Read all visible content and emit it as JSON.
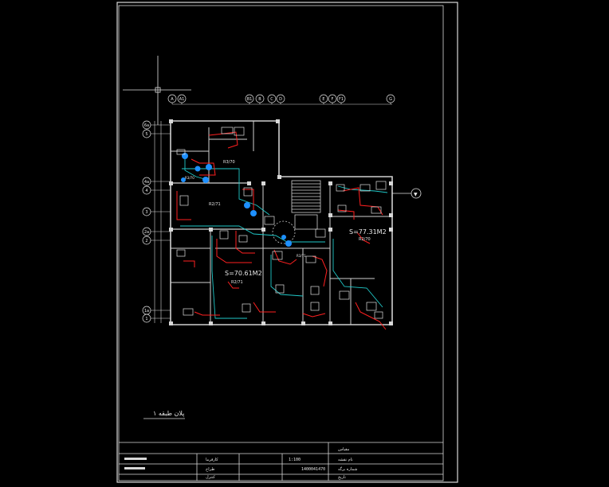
{
  "drawing": {
    "background": "#000000",
    "line_color": "#d8d8d8",
    "pipe_red": "#ff2020",
    "pipe_cyan": "#20c8c8",
    "fixture_blue": "#1e90ff",
    "area_left": "S=70.61M2",
    "area_right": "S=77.31M2",
    "plan_title": "پلان طبقه ۱",
    "north_marker": "▼"
  },
  "grid_top_labels": [
    "A",
    "A1",
    "B1",
    "B",
    "C",
    "D",
    "E",
    "F",
    "F1",
    "G"
  ],
  "grid_left_labels": [
    "6a",
    "5",
    "4a",
    "4",
    "3",
    "2a",
    "2",
    "1a",
    "1"
  ],
  "room_tags": [
    "R3/70",
    "R2/71",
    "R2/71",
    "R2/70",
    "R3/70",
    "R3/71"
  ],
  "title_block": {
    "drawing_name_label": "نام نقشه",
    "scale_label": "مقیاس",
    "sheet_label": "شماره برگه",
    "value_scale": "1:100",
    "value_number": "1400041470",
    "owner_label": "کارفرما",
    "designer_label": "طراح",
    "checker_label": "کنترل",
    "date_label": "تاریخ"
  }
}
